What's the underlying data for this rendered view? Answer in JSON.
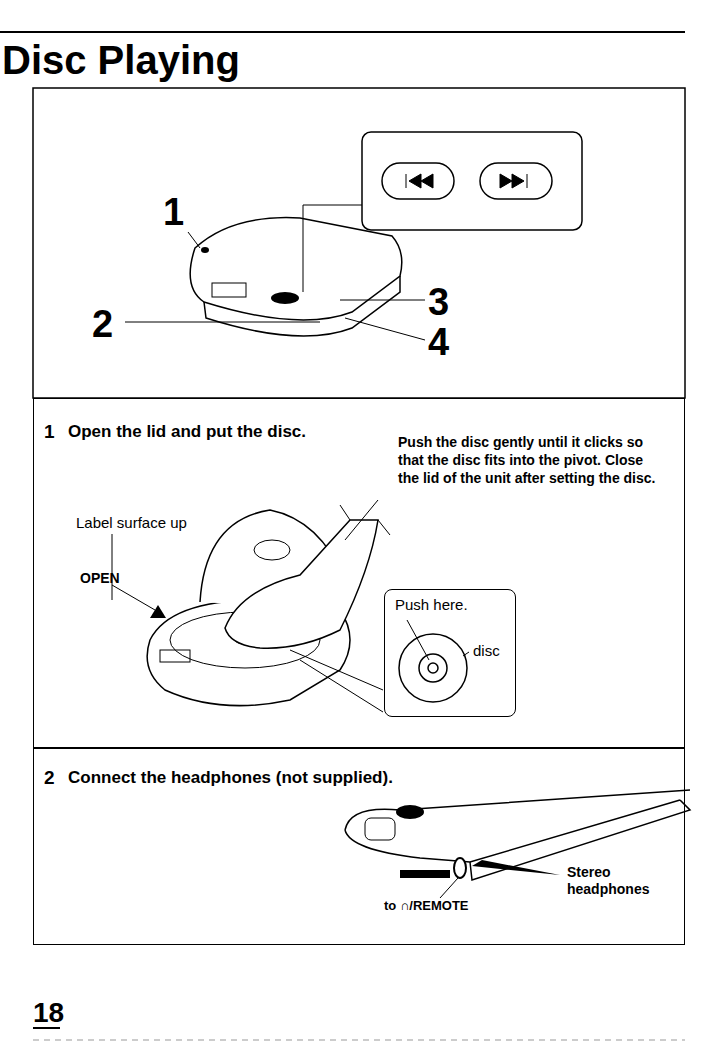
{
  "diagram": {
    "title": "Disc Playing",
    "nodes": [
      {
        "text": [
          "1",
          "Open the lid and put the disc.",
          "Push the disc gently until it clicks so that the disc fits into the pivot. Close the lid of the unit after setting the disc."
        ]
      },
      {
        "text": [
          "Push here.",
          "disc"
        ],
        "in": 0
      },
      {
        "text": [
          "2",
          "Connect the headphones (not supplied)."
        ]
      }
    ],
    "labels": [
      "1",
      "2",
      "3",
      "4",
      "Label surface up",
      "OPEN",
      "to ∩/REMOTE",
      "Stereo headphones",
      "18"
    ]
  }
}
